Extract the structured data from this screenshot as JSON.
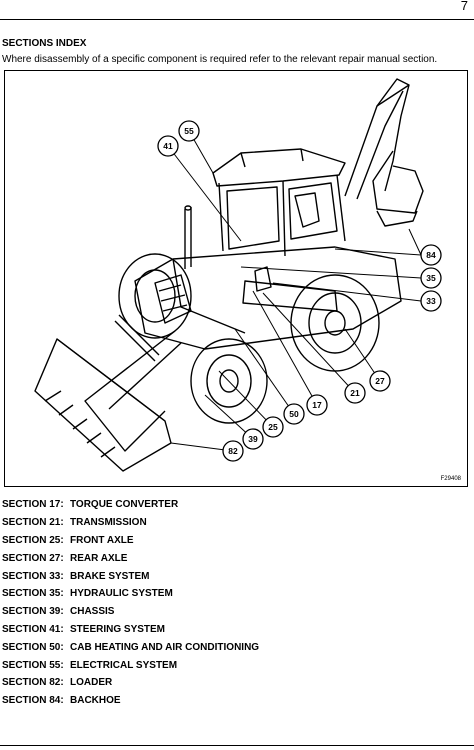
{
  "page": {
    "number": "7"
  },
  "index": {
    "title": "SECTIONS INDEX",
    "subtitle": "Where disassembly of a specific component is required refer to the relevant repair manual section."
  },
  "figure": {
    "code": "F29408",
    "callouts": [
      "55",
      "41",
      "84",
      "35",
      "33",
      "27",
      "21",
      "17",
      "50",
      "25",
      "39",
      "82"
    ]
  },
  "sections": [
    {
      "label": "SECTION 17:",
      "name": "TORQUE CONVERTER"
    },
    {
      "label": "SECTION 21:",
      "name": "TRANSMISSION"
    },
    {
      "label": "SECTION 25:",
      "name": "FRONT AXLE"
    },
    {
      "label": "SECTION 27:",
      "name": "REAR AXLE"
    },
    {
      "label": "SECTION 33:",
      "name": "BRAKE SYSTEM"
    },
    {
      "label": "SECTION 35:",
      "name": "HYDRAULIC SYSTEM"
    },
    {
      "label": "SECTION 39:",
      "name": "CHASSIS"
    },
    {
      "label": "SECTION 41:",
      "name": "STEERING SYSTEM"
    },
    {
      "label": "SECTION 50:",
      "name": "CAB HEATING AND AIR CONDITIONING"
    },
    {
      "label": "SECTION 55:",
      "name": "ELECTRICAL SYSTEM"
    },
    {
      "label": "SECTION 82:",
      "name": "LOADER"
    },
    {
      "label": "SECTION 84:",
      "name": "BACKHOE"
    }
  ]
}
